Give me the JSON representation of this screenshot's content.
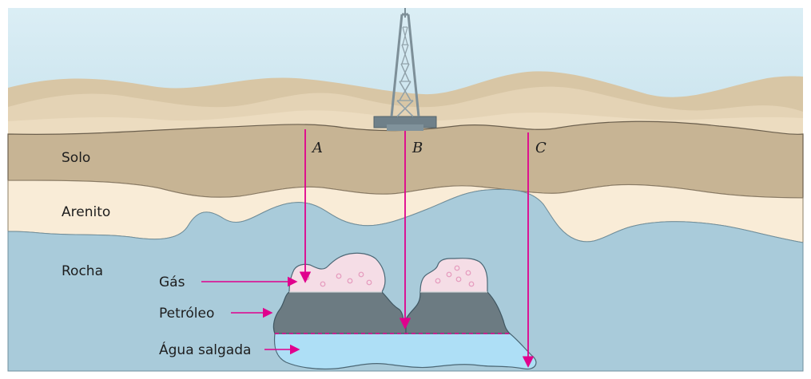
{
  "layers": {
    "soil": "Solo",
    "sandstone": "Arenito",
    "rock": "Rocha"
  },
  "drill_points": {
    "a": "A",
    "b": "B",
    "c": "C"
  },
  "reservoir": {
    "gas": "Gás",
    "oil": "Petróleo",
    "salt_water": "Água salgada"
  },
  "colors": {
    "sky": "#cfe6ef",
    "sand_far": "#d4c0a0",
    "sand_near": "#e8d6b7",
    "soil": "#c8b597",
    "sandstone": "#f8ead4",
    "rock": "#a9ccdb",
    "gas": "#f5dde5",
    "oil": "#6d7d84",
    "salt_water": "#aedff7",
    "arrow": "#e0008d",
    "outline": "#556b77",
    "derrick": "#7b8d96"
  }
}
